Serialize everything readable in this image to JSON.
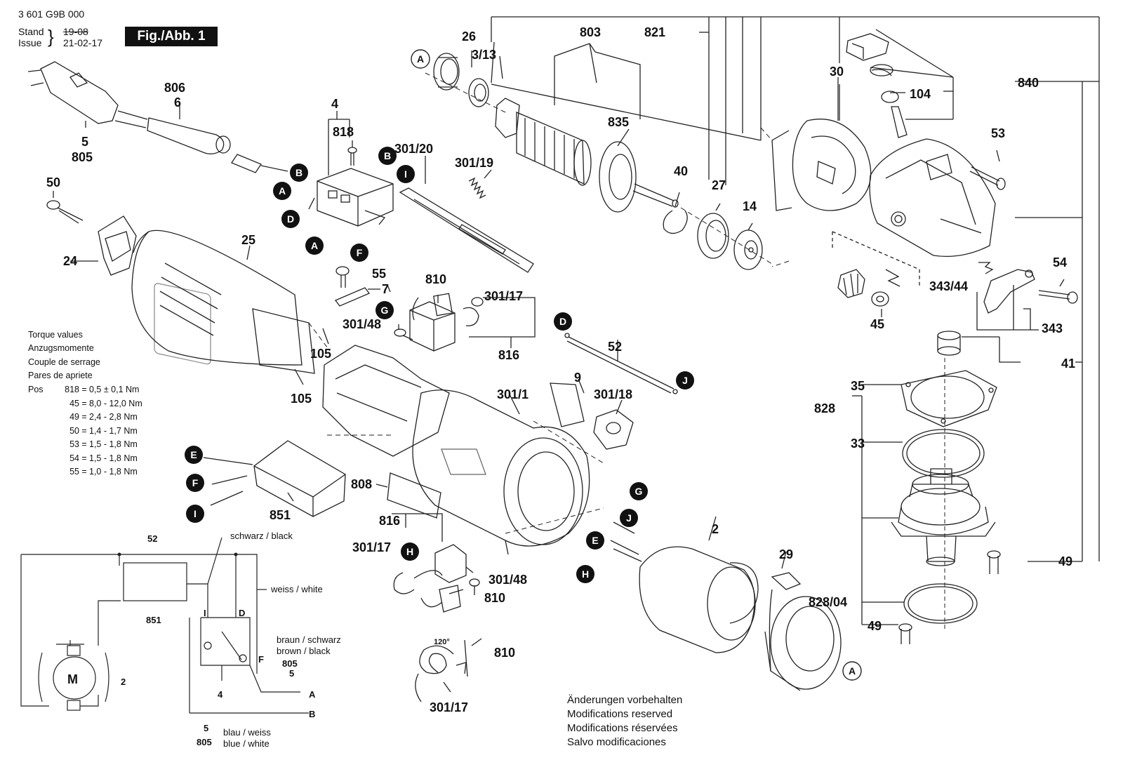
{
  "header": {
    "doc_number": "3 601 G9B 000",
    "stand_label": "Stand",
    "issue_label": "Issue",
    "old_date": "19-08",
    "new_date": "21-02-17",
    "figure_label": "Fig./Abb. 1"
  },
  "torque": {
    "title_lines": [
      "Torque values",
      "Anzugsmomente",
      "Couple de serrage",
      "Pares de apriete"
    ],
    "pos_label": "Pos",
    "rows": [
      {
        "pos": "818",
        "value": "0,5 ± 0,1 Nm"
      },
      {
        "pos": "45",
        "value": "8,0 - 12,0 Nm"
      },
      {
        "pos": "49",
        "value": "2,4 - 2,8 Nm"
      },
      {
        "pos": "50",
        "value": "1,4 - 1,7 Nm"
      },
      {
        "pos": "53",
        "value": "1,5 - 1,8 Nm"
      },
      {
        "pos": "54",
        "value": "1,5 - 1,8 Nm"
      },
      {
        "pos": "55",
        "value": "1,0 - 1,8 Nm"
      }
    ]
  },
  "part_labels": [
    "26",
    "3/13",
    "803",
    "821",
    "806",
    "6",
    "5",
    "805",
    "4",
    "818",
    "301/20",
    "301/19",
    "835",
    "30",
    "104",
    "840",
    "53",
    "40",
    "27",
    "14",
    "50",
    "24",
    "25",
    "55",
    "7",
    "810",
    "301/17",
    "301/48",
    "816",
    "105",
    "105",
    "52",
    "9",
    "301/1",
    "301/18",
    "54",
    "343/44",
    "45",
    "343",
    "41",
    "35",
    "828",
    "33",
    "808",
    "851",
    "816",
    "301/17",
    "301/48",
    "810",
    "2",
    "29",
    "49",
    "828/04",
    "49",
    "810",
    "301/17"
  ],
  "callout_letters": [
    "A",
    "B",
    "A",
    "B",
    "I",
    "D",
    "A",
    "F",
    "G",
    "D",
    "J",
    "E",
    "F",
    "I",
    "G",
    "J",
    "E",
    "H",
    "H",
    "A"
  ],
  "wiring": {
    "label_52": "52",
    "label_851": "851",
    "label_M": "M",
    "label_2": "2",
    "label_4": "4",
    "switch_I": "I",
    "switch_D": "D",
    "switch_F": "F",
    "label_5_top": "5",
    "label_805_top": "805",
    "label_A": "A",
    "label_B": "B",
    "label_5_bottom": "5",
    "label_805_bottom": "805",
    "wire_black": "schwarz / black",
    "wire_white": "weiss / white",
    "wire_brown_de": "braun / schwarz",
    "wire_brown_en": "brown / black",
    "wire_blue_de": "blau / weiss",
    "wire_blue_en": "blue / white"
  },
  "spring": {
    "angle": "120°"
  },
  "note_lines": [
    "Änderungen vorbehalten",
    "Modifications reserved",
    "Modifications réservées",
    "Salvo modificaciones"
  ]
}
